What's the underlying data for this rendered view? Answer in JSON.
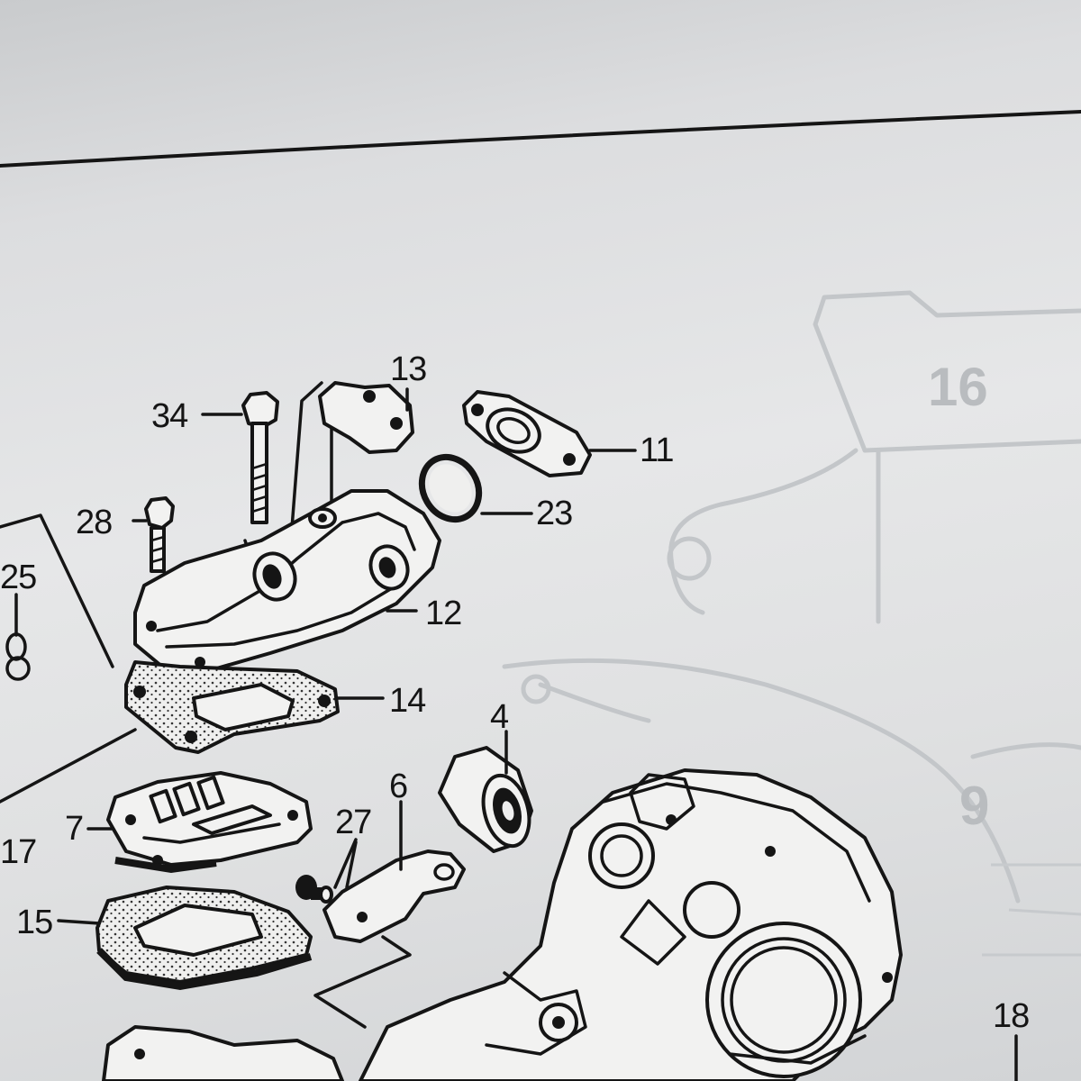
{
  "diagram": {
    "callouts": [
      {
        "id": "34",
        "label": "34"
      },
      {
        "id": "13",
        "label": "13"
      },
      {
        "id": "11",
        "label": "11"
      },
      {
        "id": "23",
        "label": "23"
      },
      {
        "id": "28",
        "label": "28"
      },
      {
        "id": "25",
        "label": "25"
      },
      {
        "id": "12",
        "label": "12"
      },
      {
        "id": "14",
        "label": "14"
      },
      {
        "id": "4",
        "label": "4"
      },
      {
        "id": "6",
        "label": "6"
      },
      {
        "id": "27",
        "label": "27"
      },
      {
        "id": "7",
        "label": "7"
      },
      {
        "id": "17",
        "label": "17"
      },
      {
        "id": "15",
        "label": "15"
      },
      {
        "id": "18",
        "label": "18"
      }
    ],
    "ghost_labels": [
      {
        "id": "16",
        "label": "16"
      },
      {
        "id": "9",
        "label": "9"
      }
    ]
  }
}
